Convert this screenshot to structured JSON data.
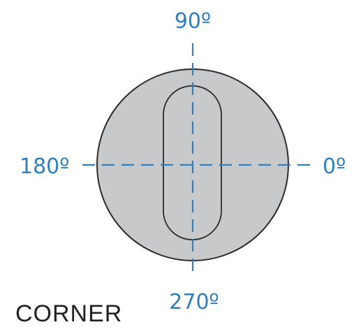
{
  "labels": {
    "top": "90º",
    "left": "180º",
    "right": "0º",
    "bottom": "270º",
    "corner": "CORNER"
  },
  "colors": {
    "axis": "#2f7fc1",
    "knob_fill": "#c8c9cb",
    "knob_stroke": "#2b2b2b",
    "label": "#2f7fc1"
  }
}
